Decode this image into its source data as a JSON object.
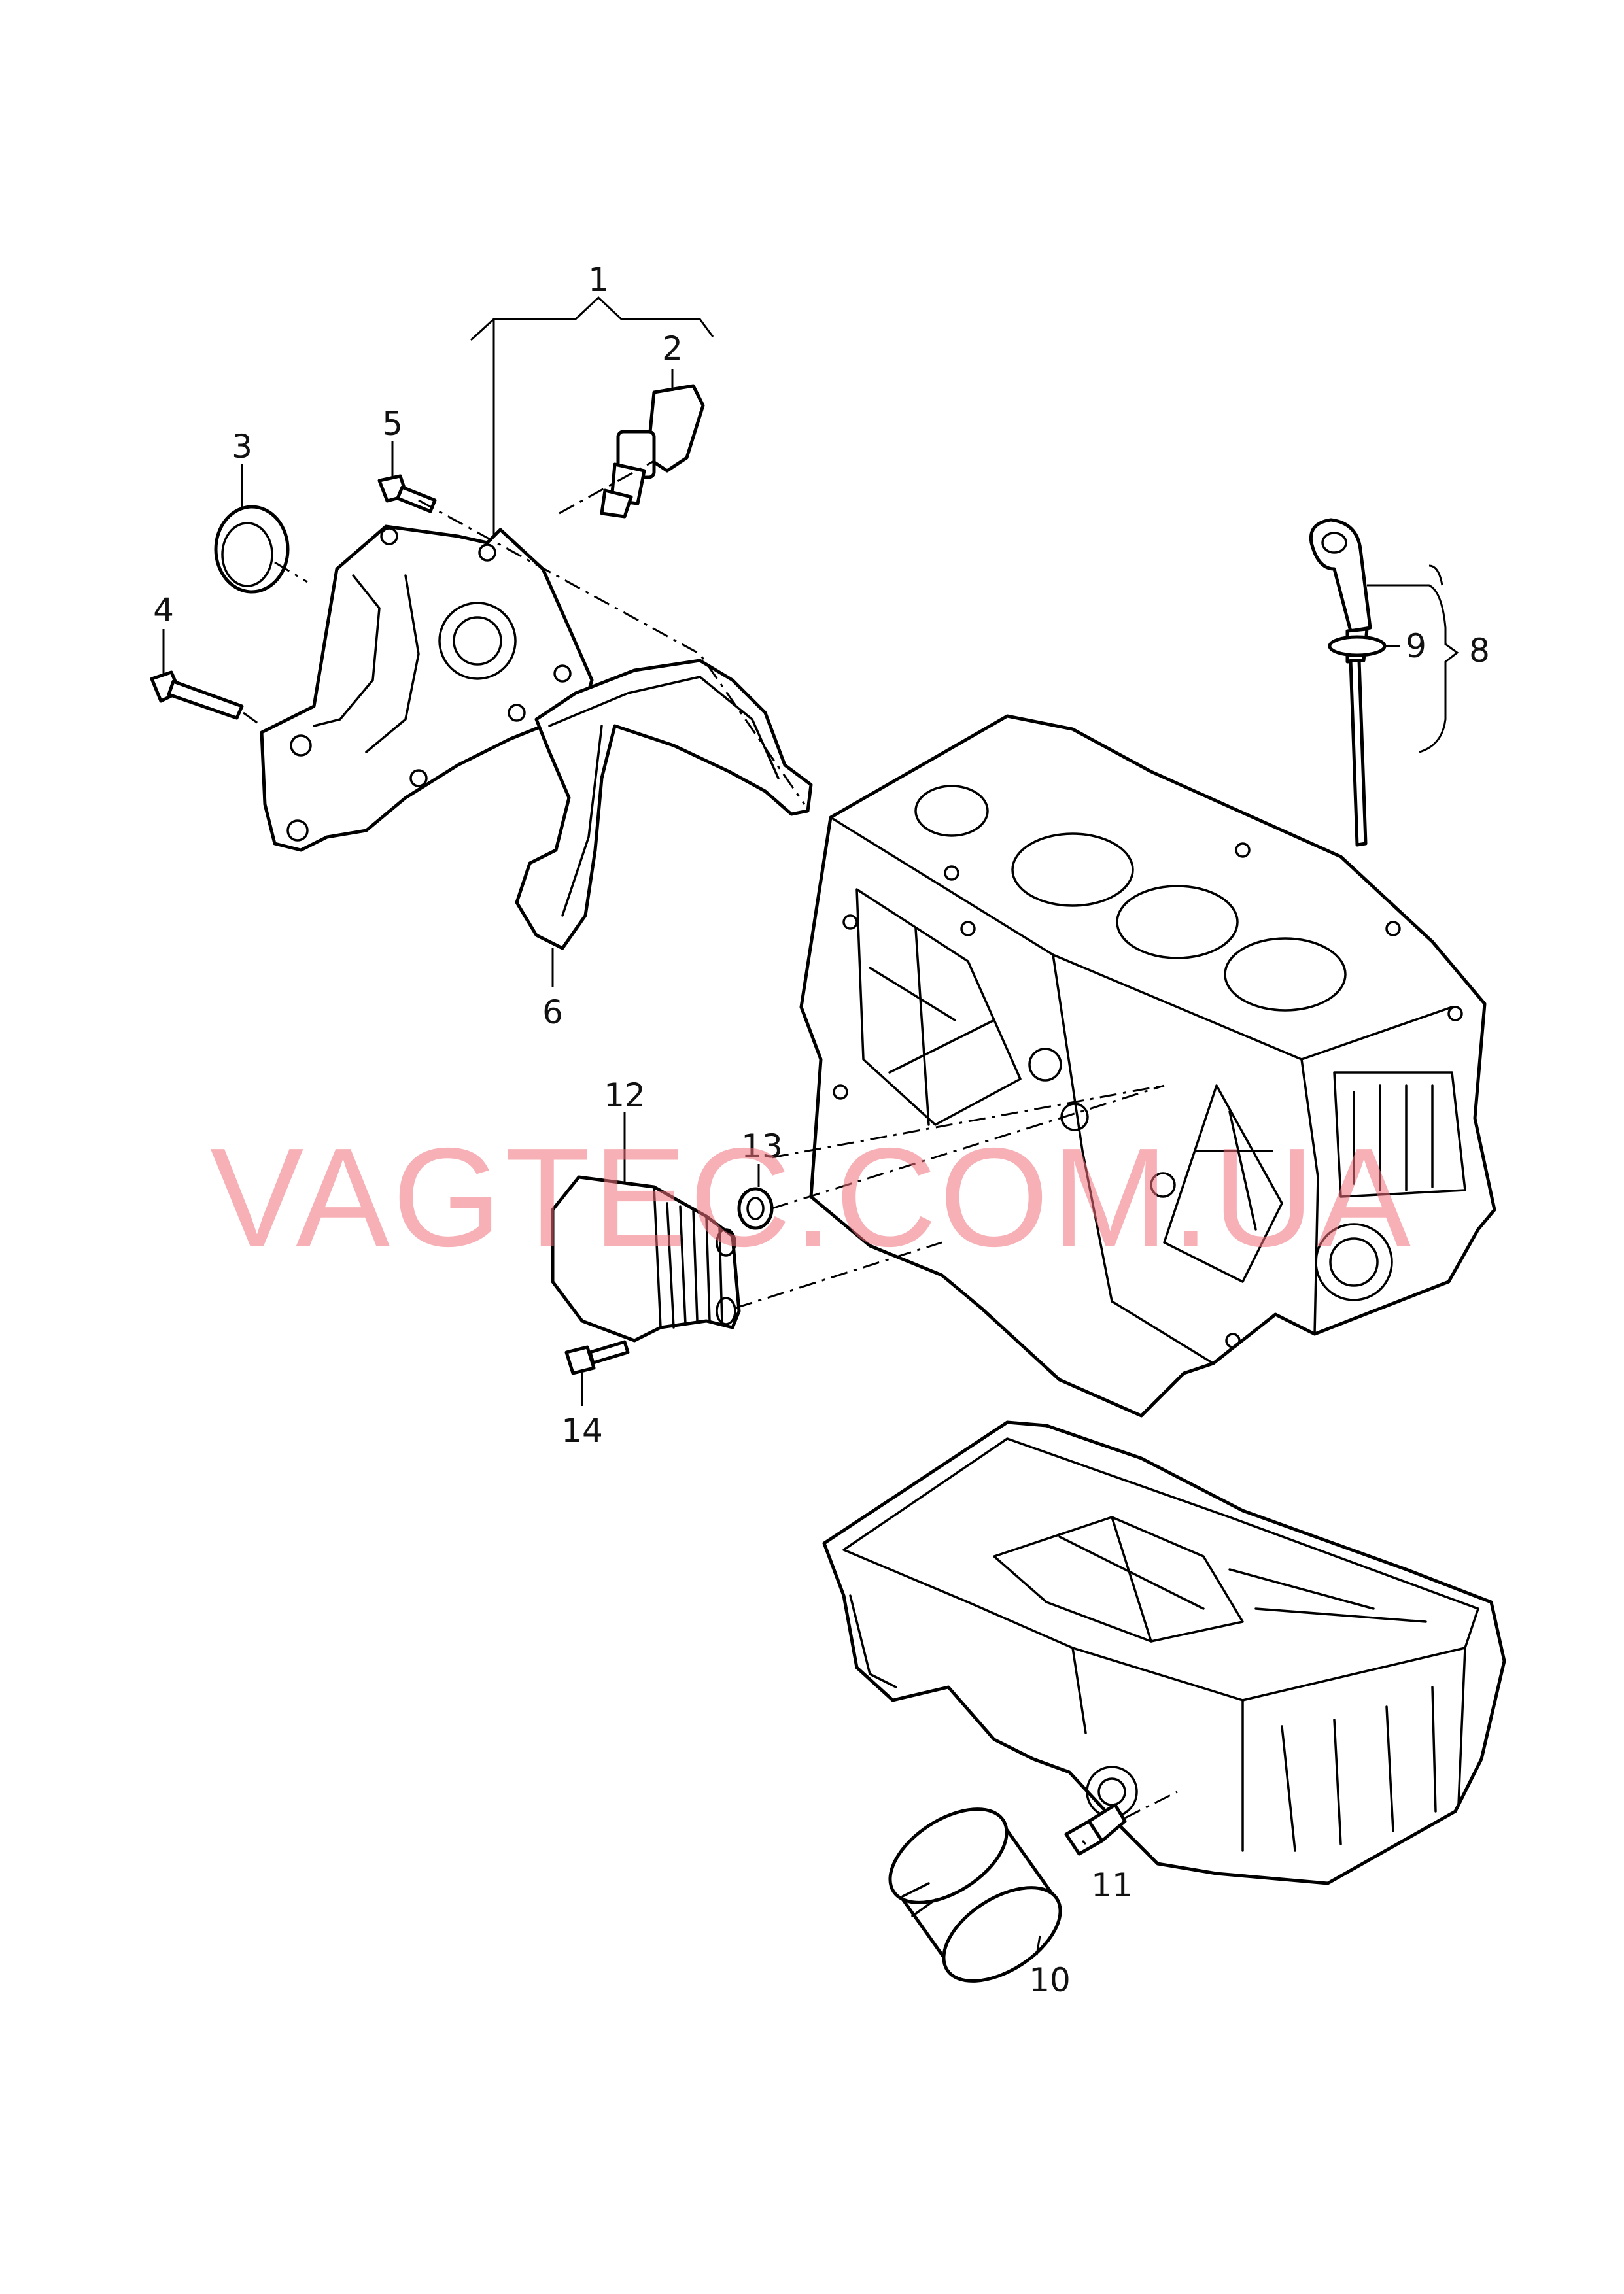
{
  "watermark": "VAGTEC.COM.UA",
  "callouts": [
    "1",
    "2",
    "3",
    "4",
    "5",
    "6",
    "8",
    "9",
    "10",
    "11",
    "12",
    "13",
    "14"
  ],
  "parts": [
    {
      "ref": "1",
      "icon": "front-cover-assembly-icon"
    },
    {
      "ref": "2",
      "icon": "oil-pressure-sender-icon"
    },
    {
      "ref": "3",
      "icon": "shaft-seal-icon"
    },
    {
      "ref": "4",
      "icon": "bolt-icon"
    },
    {
      "ref": "5",
      "icon": "bolt-icon"
    },
    {
      "ref": "6",
      "icon": "gasket-icon"
    },
    {
      "ref": "8",
      "icon": "dipstick-assembly-icon"
    },
    {
      "ref": "9",
      "icon": "o-ring-icon"
    },
    {
      "ref": "10",
      "icon": "oil-filter-icon"
    },
    {
      "ref": "11",
      "icon": "threaded-stud-icon"
    },
    {
      "ref": "12",
      "icon": "oil-cooler-icon"
    },
    {
      "ref": "13",
      "icon": "seal-ring-icon"
    },
    {
      "ref": "14",
      "icon": "bolt-icon"
    }
  ]
}
